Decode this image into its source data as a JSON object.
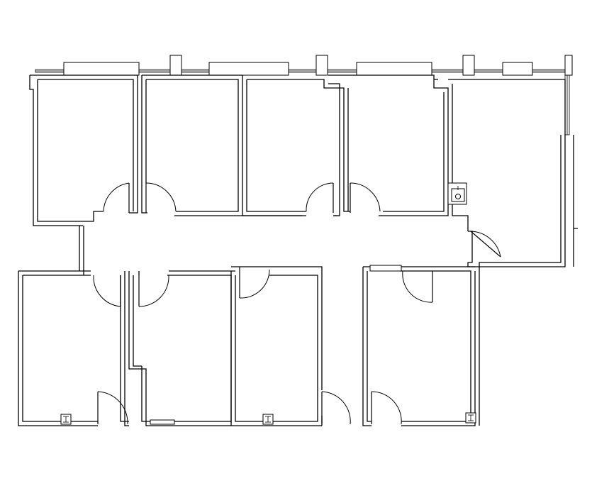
{
  "drawing": {
    "kind": "floor-plan",
    "style": "black line drawing on white background"
  },
  "colors": {
    "line": "#000000",
    "background": "#ffffff"
  },
  "rooms": [
    {
      "id": "room-top-1",
      "zone": "upper"
    },
    {
      "id": "room-top-2",
      "zone": "upper"
    },
    {
      "id": "room-top-3",
      "zone": "upper"
    },
    {
      "id": "room-top-4",
      "zone": "upper"
    },
    {
      "id": "room-top-right",
      "zone": "upper"
    },
    {
      "id": "corridor",
      "zone": "middle"
    },
    {
      "id": "room-bottom-1",
      "zone": "lower"
    },
    {
      "id": "room-bottom-2",
      "zone": "lower"
    },
    {
      "id": "room-bottom-3",
      "zone": "lower"
    },
    {
      "id": "room-bottom-4",
      "zone": "lower"
    }
  ],
  "fixtures": [
    "sink-icon",
    "radiator-icon",
    "radiator-icon",
    "radiator-icon"
  ],
  "door_count": 14,
  "window_count": 9
}
